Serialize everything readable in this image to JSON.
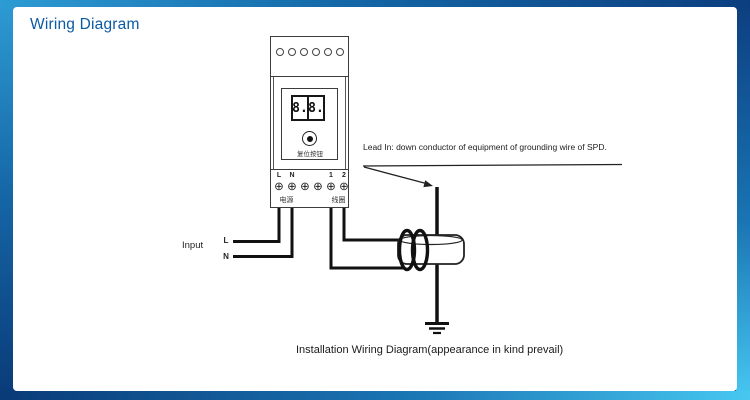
{
  "page": {
    "title": "Wiring Diagram"
  },
  "device": {
    "vent_count": 6,
    "display": {
      "digits": [
        "8.",
        "8."
      ]
    },
    "reset_button_label": "复位按钮",
    "terminals": {
      "symbol": "⊕",
      "top_labels": [
        "L",
        "N",
        "1",
        "2"
      ],
      "group_labels": [
        "电源",
        "线圈"
      ]
    }
  },
  "diagram": {
    "lead_in_note": "Lead In: down conductor of equipment of grounding wire of SPD.",
    "input_label": "Input",
    "line_l_label": "L",
    "line_n_label": "N",
    "caption": "Installation Wiring Diagram(appearance in kind prevail)"
  },
  "colors": {
    "title_text": "#0b5aa5",
    "frame_dark_navy": "#0a3a78",
    "frame_mid_blue": "#1468a8",
    "frame_light_cyan": "#47c8f1",
    "line_black": "#111111",
    "content_background": "#ffffff"
  }
}
